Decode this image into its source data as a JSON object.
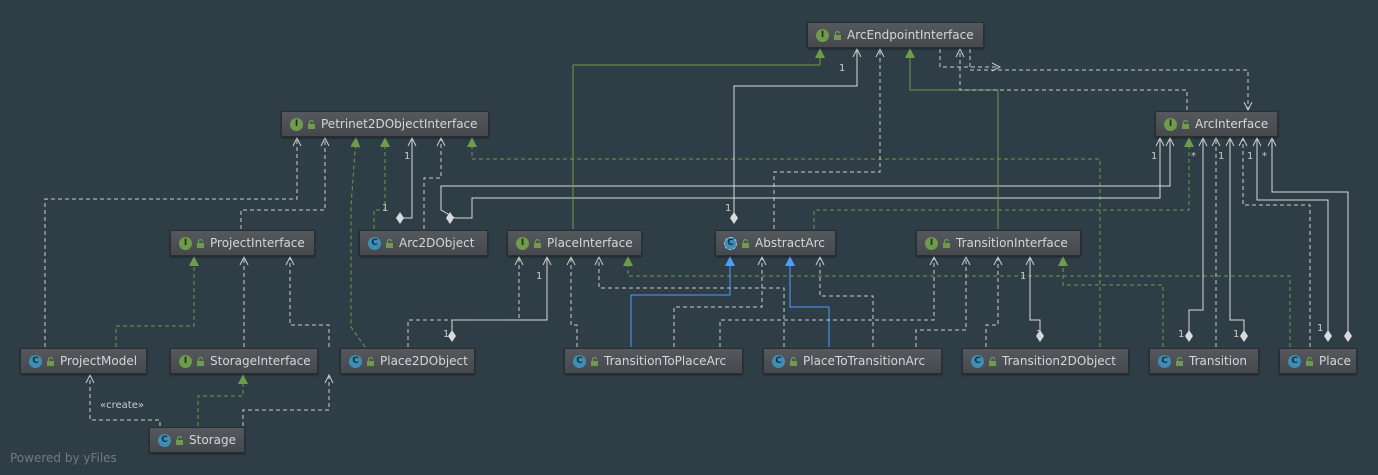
{
  "nodes": {
    "ArcEndpointInterface": {
      "kind": "I",
      "label": "ArcEndpointInterface"
    },
    "Petrinet2DObjectInterface": {
      "kind": "I",
      "label": "Petrinet2DObjectInterface"
    },
    "ArcInterface": {
      "kind": "I",
      "label": "ArcInterface"
    },
    "ProjectInterface": {
      "kind": "I",
      "label": "ProjectInterface"
    },
    "Arc2DObject": {
      "kind": "C",
      "label": "Arc2DObject"
    },
    "PlaceInterface": {
      "kind": "I",
      "label": "PlaceInterface"
    },
    "AbstractArc": {
      "kind": "C",
      "label": "AbstractArc"
    },
    "TransitionInterface": {
      "kind": "I",
      "label": "TransitionInterface"
    },
    "ProjectModel": {
      "kind": "C",
      "label": "ProjectModel"
    },
    "StorageInterface": {
      "kind": "I",
      "label": "StorageInterface"
    },
    "Place2DObject": {
      "kind": "C",
      "label": "Place2DObject"
    },
    "TransitionToPlaceArc": {
      "kind": "C",
      "label": "TransitionToPlaceArc"
    },
    "PlaceToTransitionArc": {
      "kind": "C",
      "label": "PlaceToTransitionArc"
    },
    "Transition2DObject": {
      "kind": "C",
      "label": "Transition2DObject"
    },
    "Transition": {
      "kind": "C",
      "label": "Transition"
    },
    "Place": {
      "kind": "C",
      "label": "Place"
    },
    "Storage": {
      "kind": "C",
      "label": "Storage"
    }
  },
  "stereotype": "«create»",
  "footer": "Powered by yFiles",
  "multiplicity": {
    "one": "1",
    "many": "*"
  },
  "colors": {
    "background": "#2f3e46",
    "interface_edge": "#6f9b4c",
    "class_edge": "#4f9bff",
    "dependency_edge": "#c9ccce",
    "association_edge": "#d8dadc"
  }
}
